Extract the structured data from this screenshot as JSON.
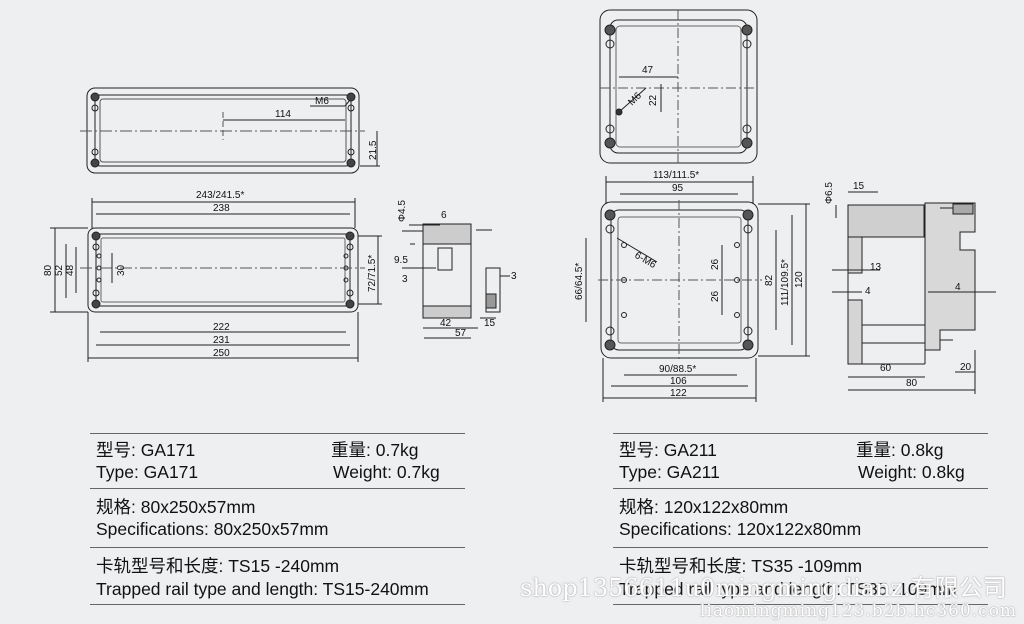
{
  "left": {
    "dims": {
      "m6": "M6",
      "d114": "114",
      "d21_5": "21.5",
      "d243": "243/241.5*",
      "d238": "238",
      "d80": "80",
      "d52": "52",
      "d48": "48",
      "d30": "30",
      "d72": "72/71.5*",
      "d222": "222",
      "d231": "231",
      "d250": "250",
      "phi45": "Φ4.5",
      "d6": "6",
      "d9_5": "9.5",
      "d3a": "3",
      "d3b": "3",
      "d42": "42",
      "d57": "57",
      "d15": "15"
    },
    "spec": {
      "model_cn": "型号:  GA171",
      "model_en": "Type:  GA171",
      "weight_cn": "重量:  0.7kg",
      "weight_en": "Weight: 0.7kg",
      "size_cn": "规格:  80x250x57mm",
      "size_en": "Specifications: 80x250x57mm",
      "rail_cn": "卡轨型号和长度:  TS15 -240mm",
      "rail_en": "Trapped rail type and length: TS15-240mm"
    }
  },
  "right": {
    "dims": {
      "d47": "47",
      "m6": "M6",
      "d22": "22",
      "d113": "113/111.5*",
      "d95": "95",
      "d6m6": "6-M6",
      "d66": "66/64.5*",
      "d26a": "26",
      "d26b": "26",
      "d82": "82",
      "d111": "111/109.5*",
      "d120": "120",
      "d90": "90/88.5*",
      "d106": "106",
      "d122": "122",
      "phi65": "Φ6.5",
      "d15": "15",
      "d13": "13",
      "d4a": "4",
      "d4b": "4",
      "d60": "60",
      "d80": "80",
      "d20": "20"
    },
    "spec": {
      "model_cn": "型号:  GA211",
      "model_en": "Type:  GA211",
      "weight_cn": "重量:  0.8kg",
      "weight_en": "Weight: 0.8kg",
      "size_cn": "规格:  120x122x80mm",
      "size_en": "Specifications: 120x122x80mm",
      "rail_cn": "卡轨型号和长度:  TS35 -109mm",
      "rail_en": "Trapped rail type and length: TS35 -109mm"
    }
  },
  "watermark": {
    "line1": "shop1356611u0mingmingdianz.有限公司",
    "line2": "liaomingming123.b2b.hc360.com"
  }
}
